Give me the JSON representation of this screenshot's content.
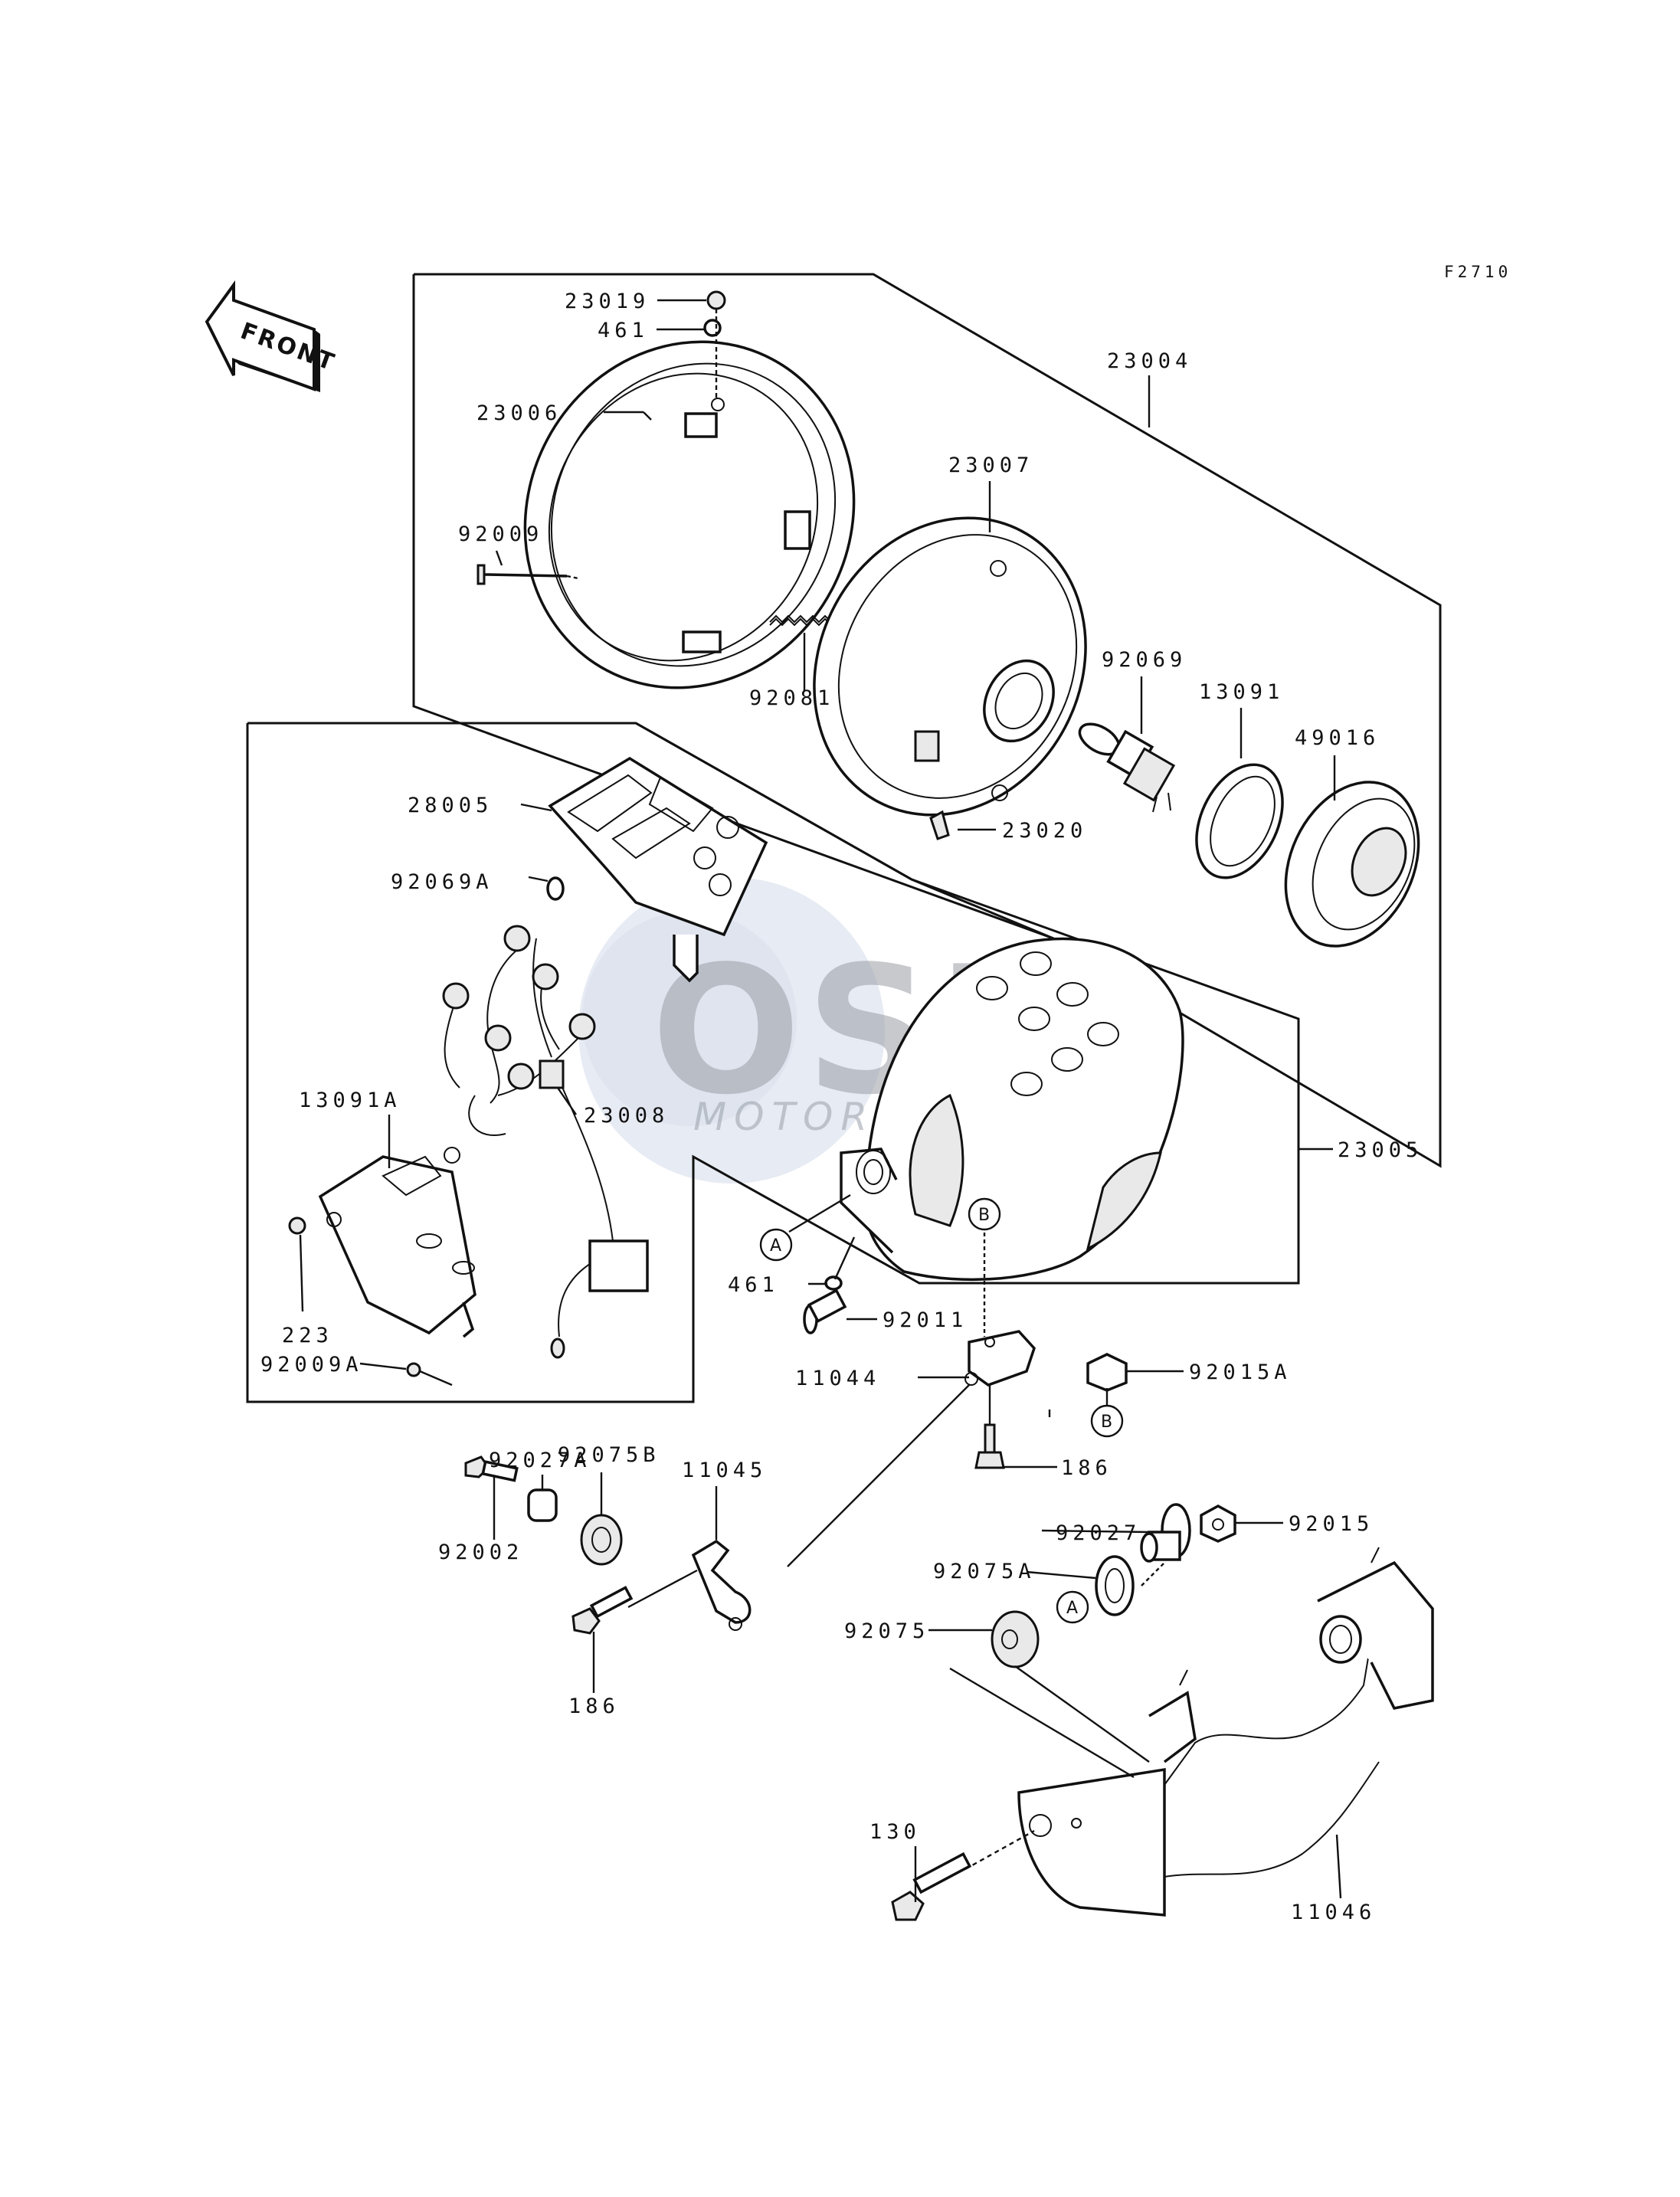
{
  "figure_code": "F2710",
  "front_label": "FRONT",
  "watermark": {
    "logo": "OSM",
    "subtitle": "MOTORPARTS"
  },
  "ref_markers": {
    "a": "A",
    "b": "B"
  },
  "parts": {
    "p23019": "23019",
    "p461_top": "461",
    "p23006": "23006",
    "p92009": "92009",
    "p23004": "23004",
    "p23007": "23007",
    "p92081": "92081",
    "p92069": "92069",
    "p13091": "13091",
    "p49016": "49016",
    "p23020": "23020",
    "p28005": "28005",
    "p92069A": "92069A",
    "p23008": "23008",
    "p13091A": "13091A",
    "p223": "223",
    "p92009A": "92009A",
    "p23005": "23005",
    "p461_mid": "461",
    "p92011": "92011",
    "p11044": "11044",
    "p92015A": "92015A",
    "p186_a": "186",
    "p92027A": "92027A",
    "p92075B": "92075B",
    "p92002": "92002",
    "p11045": "11045",
    "p186_b": "186",
    "p92027": "92027",
    "p92015": "92015",
    "p92075A": "92075A",
    "p92075": "92075",
    "p130": "130",
    "p11046": "11046"
  }
}
